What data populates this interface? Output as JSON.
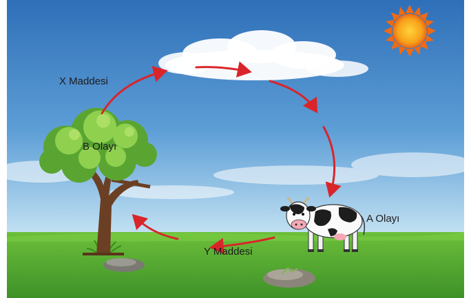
{
  "labels": {
    "x_substance": "X Maddesi",
    "b_event": "B Olayı",
    "a_event": "A Olayı",
    "y_substance": "Y Maddesi"
  },
  "colors": {
    "sky_top": "#2f6fb8",
    "sky_bottom": "#bfe0f2",
    "grass": "#4fa52e",
    "arrow": "#d9252a",
    "sun": "#f7a21a",
    "tree_leaves": "#7cc142",
    "trunk": "#6b3f24"
  },
  "icons": [
    "sun-icon",
    "cloud-icon",
    "tree-icon",
    "cow-icon",
    "rock-icon",
    "grass-tuft-icon"
  ]
}
